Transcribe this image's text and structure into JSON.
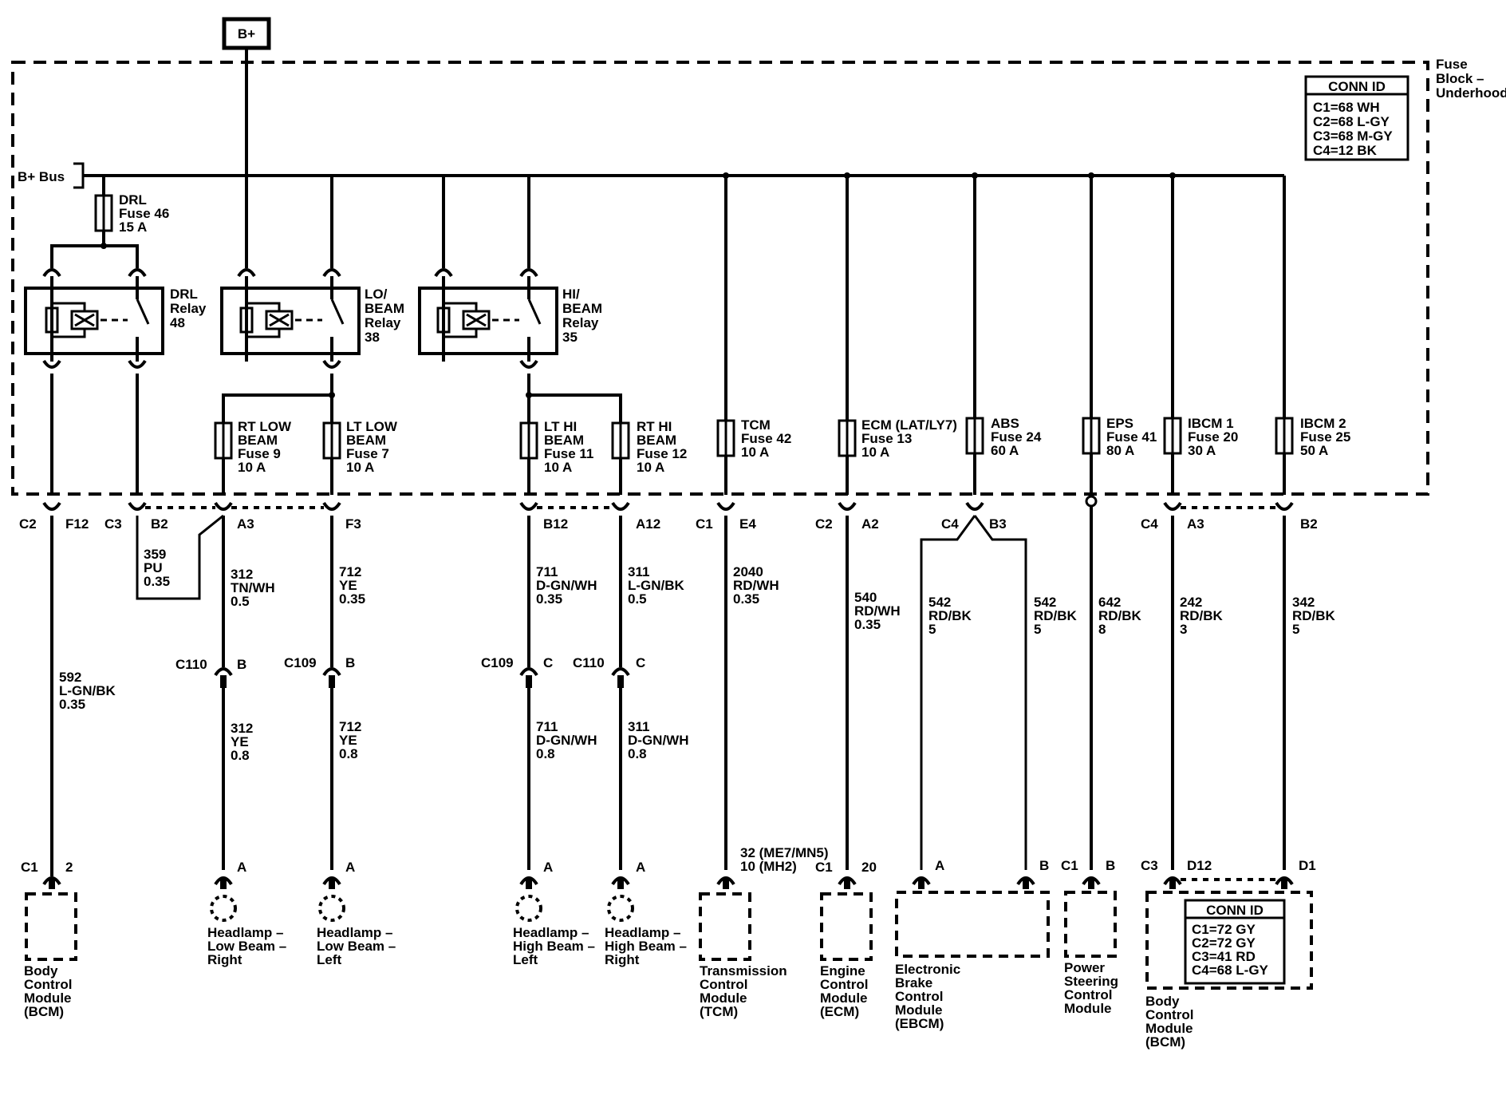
{
  "source": {
    "label": "B+"
  },
  "fuse_block": {
    "label_line1": "Fuse",
    "label_line2": "Block –",
    "label_line3": "Underhood",
    "bus_label": "B+ Bus",
    "conn_id": {
      "title": "CONN ID",
      "lines": [
        "C1=68 WH",
        "C2=68 L-GY",
        "C3=68 M-GY",
        "C4=12 BK"
      ]
    }
  },
  "relays": {
    "drl": {
      "lines": [
        "DRL",
        "Relay",
        "48"
      ]
    },
    "lo_beam": {
      "lines": [
        "LO/",
        "BEAM",
        "Relay",
        "38"
      ]
    },
    "hi_beam": {
      "lines": [
        "HI/",
        "BEAM",
        "Relay",
        "35"
      ]
    }
  },
  "fuses": {
    "drl": {
      "lines": [
        "DRL",
        "Fuse 46",
        "15 A"
      ]
    },
    "rt_low": {
      "lines": [
        "RT LOW",
        "BEAM",
        "Fuse 9",
        "10 A"
      ]
    },
    "lt_low": {
      "lines": [
        "LT LOW",
        "BEAM",
        "Fuse 7",
        "10 A"
      ]
    },
    "lt_hi": {
      "lines": [
        "LT HI",
        "BEAM",
        "Fuse 11",
        "10 A"
      ]
    },
    "rt_hi": {
      "lines": [
        "RT HI",
        "BEAM",
        "Fuse 12",
        "10 A"
      ]
    },
    "tcm": {
      "lines": [
        "TCM",
        "Fuse 42",
        "10 A"
      ]
    },
    "ecm": {
      "lines": [
        "ECM (LAT/LY7)",
        "Fuse 13",
        "10 A"
      ]
    },
    "abs": {
      "lines": [
        "ABS",
        "Fuse 24",
        "60 A"
      ]
    },
    "eps": {
      "lines": [
        "EPS",
        "Fuse 41",
        "80 A"
      ]
    },
    "ibcm1": {
      "lines": [
        "IBCM 1",
        "Fuse 20",
        "30 A"
      ]
    },
    "ibcm2": {
      "lines": [
        "IBCM 2",
        "Fuse 25",
        "50 A"
      ]
    }
  },
  "connectors": {
    "c2_f12": {
      "conn": "C2",
      "pin": "F12"
    },
    "c3_b2": {
      "conn": "C3",
      "pin": "B2"
    },
    "a3": {
      "pin": "A3"
    },
    "f3": {
      "pin": "F3"
    },
    "b12": {
      "pin": "B12"
    },
    "a12": {
      "pin": "A12"
    },
    "c1_e4": {
      "conn": "C1",
      "pin": "E4"
    },
    "c2_a2": {
      "conn": "C2",
      "pin": "A2"
    },
    "c4_b3": {
      "conn": "C4",
      "pin": "B3"
    },
    "c4_a3": {
      "conn": "C4",
      "pin": "A3"
    },
    "b2": {
      "pin": "B2"
    }
  },
  "inline_connectors": {
    "c110_b": {
      "conn": "C110",
      "pin": "B"
    },
    "c109_b": {
      "conn": "C109",
      "pin": "B"
    },
    "c109_c": {
      "conn": "C109",
      "pin": "C"
    },
    "c110_c": {
      "conn": "C110",
      "pin": "C"
    }
  },
  "wires": {
    "w592": {
      "lines": [
        "592",
        "L-GN/BK",
        "0.35"
      ]
    },
    "w359": {
      "lines": [
        "359",
        "PU",
        "0.35"
      ]
    },
    "w312a": {
      "lines": [
        "312",
        "TN/WH",
        "0.5"
      ]
    },
    "w712a": {
      "lines": [
        "712",
        "YE",
        "0.35"
      ]
    },
    "w711a": {
      "lines": [
        "711",
        "D-GN/WH",
        "0.35"
      ]
    },
    "w311a": {
      "lines": [
        "311",
        "L-GN/BK",
        "0.5"
      ]
    },
    "w2040": {
      "lines": [
        "2040",
        "RD/WH",
        "0.35"
      ]
    },
    "w540": {
      "lines": [
        "540",
        "RD/WH",
        "0.35"
      ]
    },
    "w542a": {
      "lines": [
        "542",
        "RD/BK",
        "5"
      ]
    },
    "w542b": {
      "lines": [
        "542",
        "RD/BK",
        "5"
      ]
    },
    "w642": {
      "lines": [
        "642",
        "RD/BK",
        "8"
      ]
    },
    "w242": {
      "lines": [
        "242",
        "RD/BK",
        "3"
      ]
    },
    "w342": {
      "lines": [
        "342",
        "RD/BK",
        "5"
      ]
    },
    "w312b": {
      "lines": [
        "312",
        "YE",
        "0.8"
      ]
    },
    "w712b": {
      "lines": [
        "712",
        "YE",
        "0.8"
      ]
    },
    "w711b": {
      "lines": [
        "711",
        "D-GN/WH",
        "0.8"
      ]
    },
    "w311b": {
      "lines": [
        "311",
        "D-GN/WH",
        "0.8"
      ]
    }
  },
  "components": {
    "bcm_left": {
      "conn": "C1",
      "pin": "2",
      "lines": [
        "Body",
        "Control",
        "Module",
        "(BCM)"
      ]
    },
    "hl_low_right": {
      "pin": "A",
      "lines": [
        "Headlamp –",
        "Low Beam –",
        "Right"
      ]
    },
    "hl_low_left": {
      "pin": "A",
      "lines": [
        "Headlamp –",
        "Low Beam –",
        "Left"
      ]
    },
    "hl_high_left": {
      "pin": "A",
      "lines": [
        "Headlamp –",
        "High Beam –",
        "Left"
      ]
    },
    "hl_high_right": {
      "pin": "A",
      "lines": [
        "Headlamp –",
        "High Beam –",
        "Right"
      ]
    },
    "tcm": {
      "pin_note_1": "32 (ME7/MN5)",
      "pin_note_2": "10 (MH2)",
      "lines": [
        "Transmission",
        "Control",
        "Module",
        "(TCM)"
      ]
    },
    "ecm": {
      "conn": "C1",
      "pin": "20",
      "lines": [
        "Engine",
        "Control",
        "Module",
        "(ECM)"
      ]
    },
    "ebcm": {
      "pin_a": "A",
      "pin_b": "B",
      "lines": [
        "Electronic",
        "Brake",
        "Control",
        "Module",
        "(EBCM)"
      ]
    },
    "eps": {
      "conn": "C1",
      "pin": "B",
      "lines": [
        "Power",
        "Steering",
        "Control",
        "Module"
      ]
    },
    "bcm_right": {
      "conn": "C3",
      "pin_1": "D12",
      "pin_2": "D1",
      "lines": [
        "Body",
        "Control",
        "Module",
        "(BCM)"
      ],
      "conn_id": {
        "title": "CONN ID",
        "lines": [
          "C1=72 GY",
          "C2=72 GY",
          "C3=41 RD",
          "C4=68 L-GY"
        ]
      }
    }
  }
}
